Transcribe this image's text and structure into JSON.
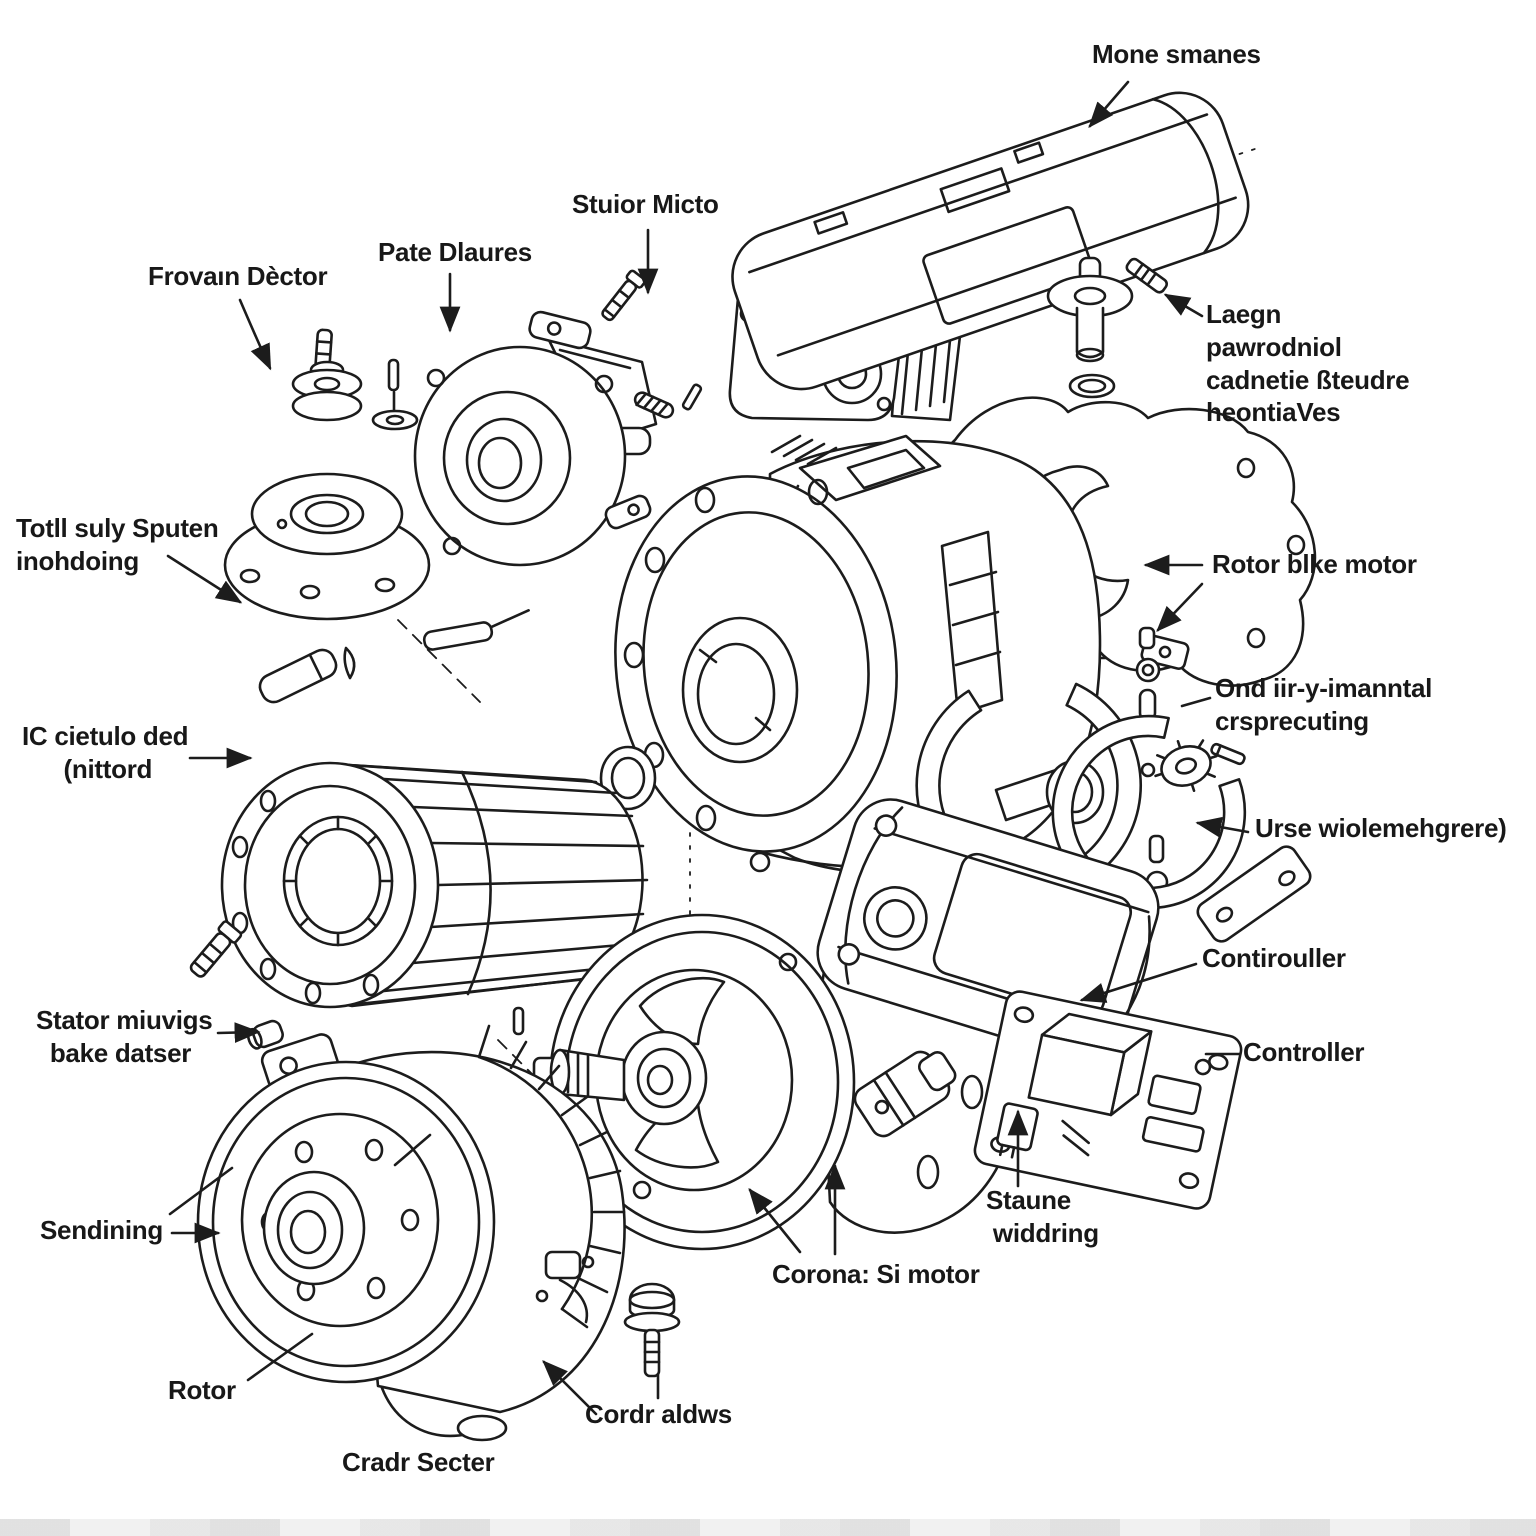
{
  "diagram": {
    "figure_type": "exploded-parts-line-diagram",
    "subject": "electric bike motor assembly",
    "ink_color": "#1c1c1c",
    "background_color": "#ffffff"
  },
  "labels": {
    "mone_smanes": "Mone smanes",
    "stuior_micto": "Stuior Micto",
    "pate_dlaures": "Pate Dlaures",
    "frovain_dector": "Frovaın Dèctor",
    "laegn_block": "Laegn\npawrodniol\ncadnetie ßteudre\nheontiaVes",
    "totll_block": "Totll suly Sputen\ninohdoing",
    "rotor_blke_motor": "Rotor blke motor",
    "ond_block": "Ond iir-y-imanntal\ncrsprecuting",
    "ic_block": "IC cietulo ded\n      (nittord",
    "urse": "Urse wiolemehgrere)",
    "stator_block": "Stator miuvigs\n  bake datser",
    "contirouller": "Contirouller",
    "controller": "Controller",
    "sendining": "Sendining",
    "staune_block": "Staune\n widdring",
    "corona": "Corona: Si motor",
    "rotor": "Rotor",
    "cordr_aldws": "Cordr aldws",
    "cradr_secter": "Cradr Secter"
  }
}
